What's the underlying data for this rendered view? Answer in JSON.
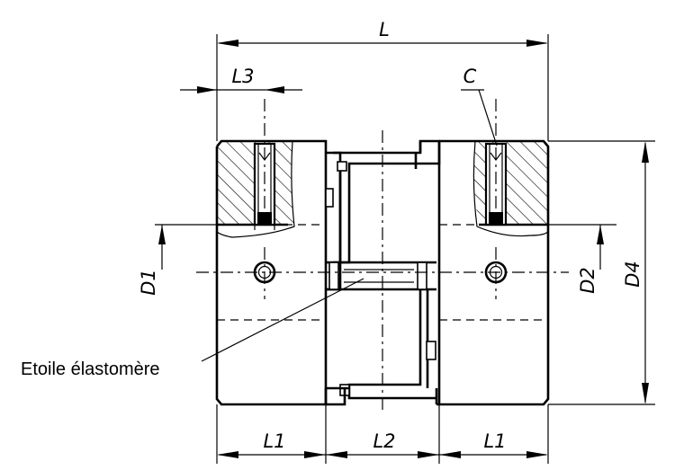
{
  "labels": {
    "L": "L",
    "L3": "L3",
    "C": "C",
    "D1": "D1",
    "D2": "D2",
    "D4": "D4",
    "L1_left": "L1",
    "L2": "L2",
    "L1_right": "L1",
    "element_label": "Etoile élastomère"
  }
}
